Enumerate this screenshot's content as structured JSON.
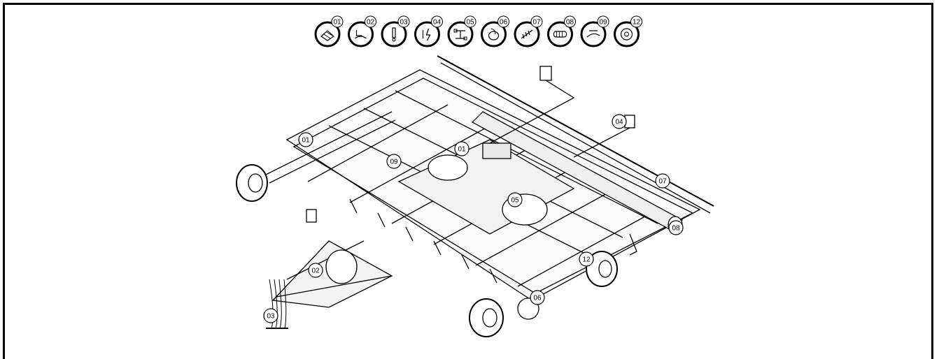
{
  "icon_legend": [
    {
      "num": "01",
      "icon": "frame-icon"
    },
    {
      "num": "02",
      "icon": "hitch-icon"
    },
    {
      "num": "03",
      "icon": "hydraulic-cylinder-icon"
    },
    {
      "num": "04",
      "icon": "electrical-icon"
    },
    {
      "num": "05",
      "icon": "hydraulic-circuit-icon"
    },
    {
      "num": "06",
      "icon": "disc-gang-icon"
    },
    {
      "num": "07",
      "icon": "harrow-icon"
    },
    {
      "num": "08",
      "icon": "rolling-basket-icon"
    },
    {
      "num": "09",
      "icon": "shank-icon"
    },
    {
      "num": "12",
      "icon": "wheel-hub-icon"
    }
  ],
  "callouts": [
    {
      "num": "01"
    },
    {
      "num": "01"
    },
    {
      "num": "02"
    },
    {
      "num": "03"
    },
    {
      "num": "04"
    },
    {
      "num": "05"
    },
    {
      "num": "06"
    },
    {
      "num": "07"
    },
    {
      "num": "08"
    },
    {
      "num": "09"
    },
    {
      "num": "12"
    }
  ],
  "colors": {
    "ink": "#000000",
    "paper": "#ffffff"
  }
}
